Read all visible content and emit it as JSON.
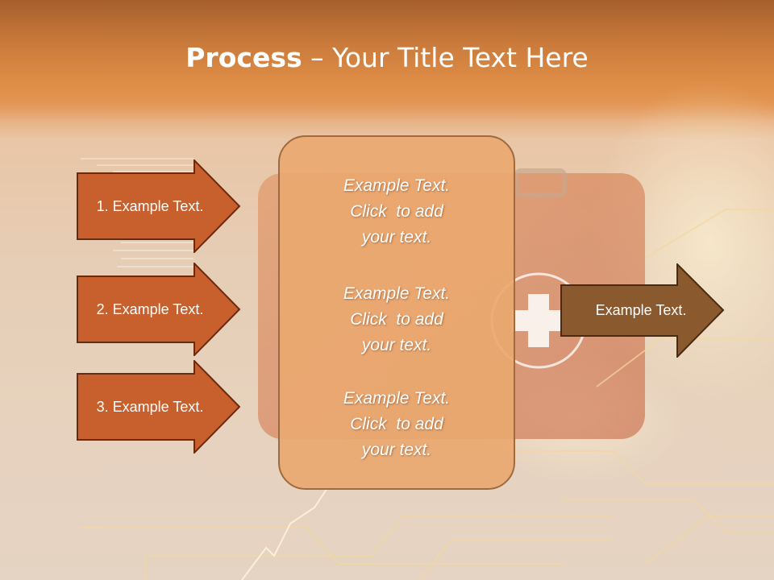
{
  "slide": {
    "title_bold": "Process",
    "title_rest": " – Your Title Text Here"
  },
  "steps": [
    {
      "label": "1. Example Text."
    },
    {
      "label": "2. Example Text."
    },
    {
      "label": "3. Example Text."
    }
  ],
  "center_blocks": [
    {
      "lines": [
        "Example Text.",
        "Click  to add",
        "your text."
      ]
    },
    {
      "lines": [
        "Example Text.",
        "Click  to add",
        "your text."
      ]
    },
    {
      "lines": [
        "Example Text.",
        "Click  to add",
        "your text."
      ]
    }
  ],
  "output": {
    "label": "Example Text."
  },
  "colors": {
    "step_fill": "#c8602e",
    "step_stroke": "#6a2a10",
    "output_fill": "#8a5a2e",
    "output_stroke": "#4a2a10",
    "center_fill": "#eaa870",
    "title_text": "#ffffff"
  }
}
